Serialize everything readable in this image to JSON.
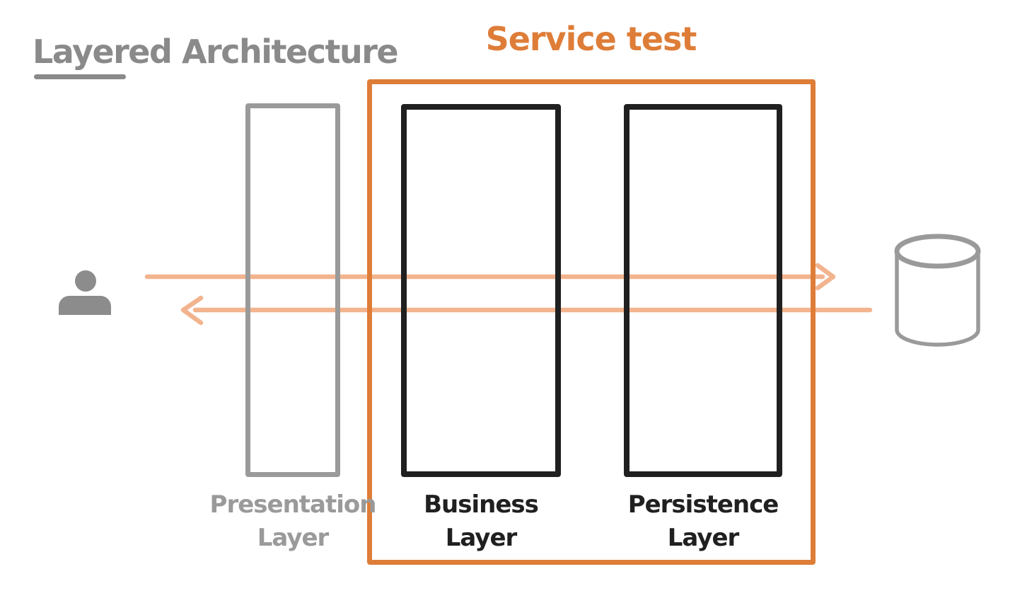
{
  "diagram": {
    "title": "Layered Architecture",
    "scope_label": "Service test",
    "layers": [
      {
        "name": "presentation-layer",
        "label": "Presentation\nLayer"
      },
      {
        "name": "business-layer",
        "label": "Business\nLayer"
      },
      {
        "name": "persistence-layer",
        "label": "Persistence\nLayer"
      }
    ],
    "actors": [
      {
        "name": "user",
        "icon": "user-icon"
      },
      {
        "name": "database",
        "icon": "database-icon"
      }
    ],
    "arrows": [
      {
        "name": "request-arrow",
        "direction": "right",
        "from": "user",
        "to": "database"
      },
      {
        "name": "response-arrow",
        "direction": "left",
        "from": "database",
        "to": "user"
      }
    ],
    "colors": {
      "accent_orange": "#de7d38",
      "arrow_orange": "#f2b48e",
      "gray_title": "#8a8a8a",
      "gray_mid": "#9a9a9a",
      "gray_person": "#8c8c8c",
      "ink_black": "#202020"
    }
  }
}
